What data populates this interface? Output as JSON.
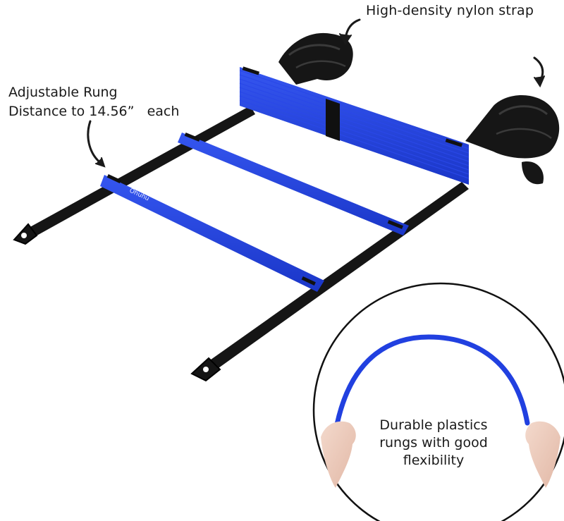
{
  "callouts": {
    "strap": "High-density nylon strap",
    "rung_line1": "Adjustable Rung",
    "rung_line2": "Distance to 14.56”   each",
    "flex_line1": "Durable plastics",
    "flex_line2": "rungs with good",
    "flex_line3": "flexibility"
  },
  "brand": {
    "logo_text": "Ohuhu"
  },
  "colors": {
    "rung_blue": "#1f3fe0",
    "rung_blue_dark": "#1530b8",
    "strap_black": "#151515",
    "background": "#ffffff"
  },
  "icons": [
    "curved-arrow-icon"
  ]
}
